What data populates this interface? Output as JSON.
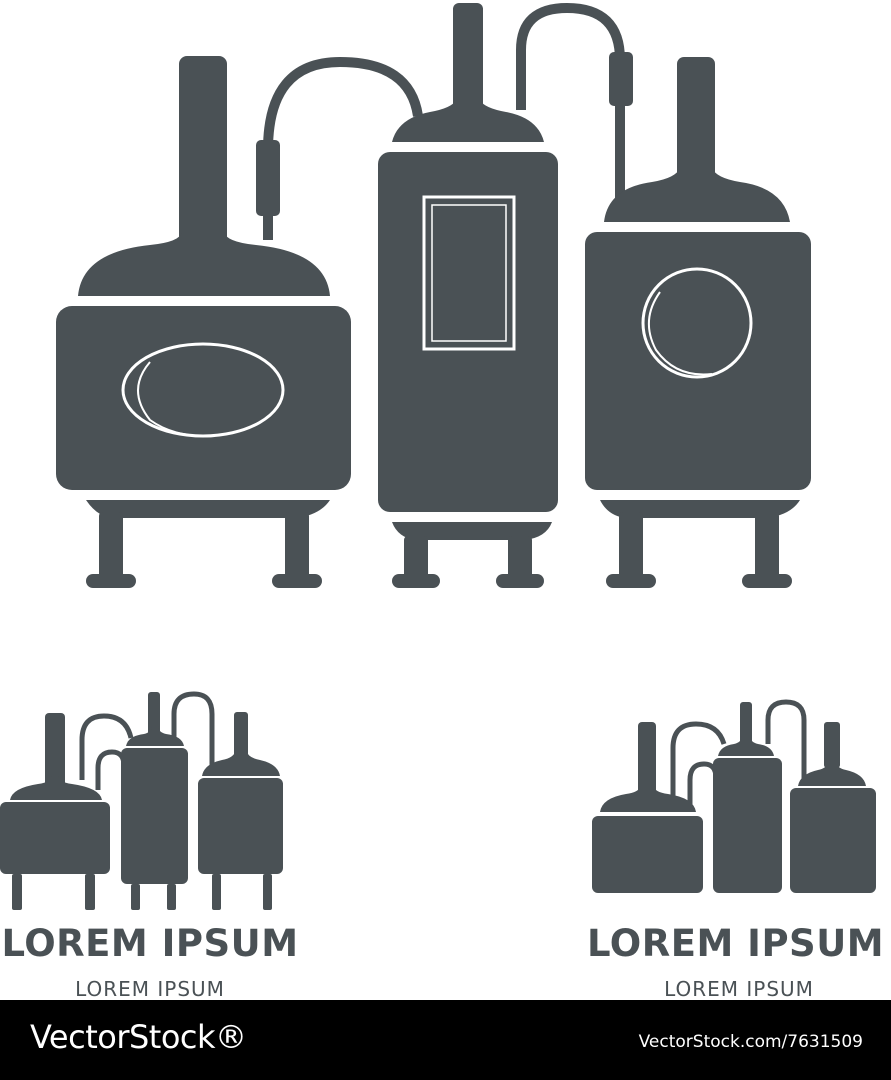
{
  "colors": {
    "ink": "#4a5155",
    "background": "#ffffff",
    "footer": "#000000",
    "footer_text": "#ffffff"
  },
  "logos": [
    {
      "title": "LOREM IPSUM",
      "subtitle": "LOREM IPSUM"
    },
    {
      "title": "LOREM IPSUM",
      "subtitle": "LOREM IPSUM"
    }
  ],
  "footer": {
    "brand": "VectorStock®",
    "image_id": "VectorStock.com/7631509"
  }
}
